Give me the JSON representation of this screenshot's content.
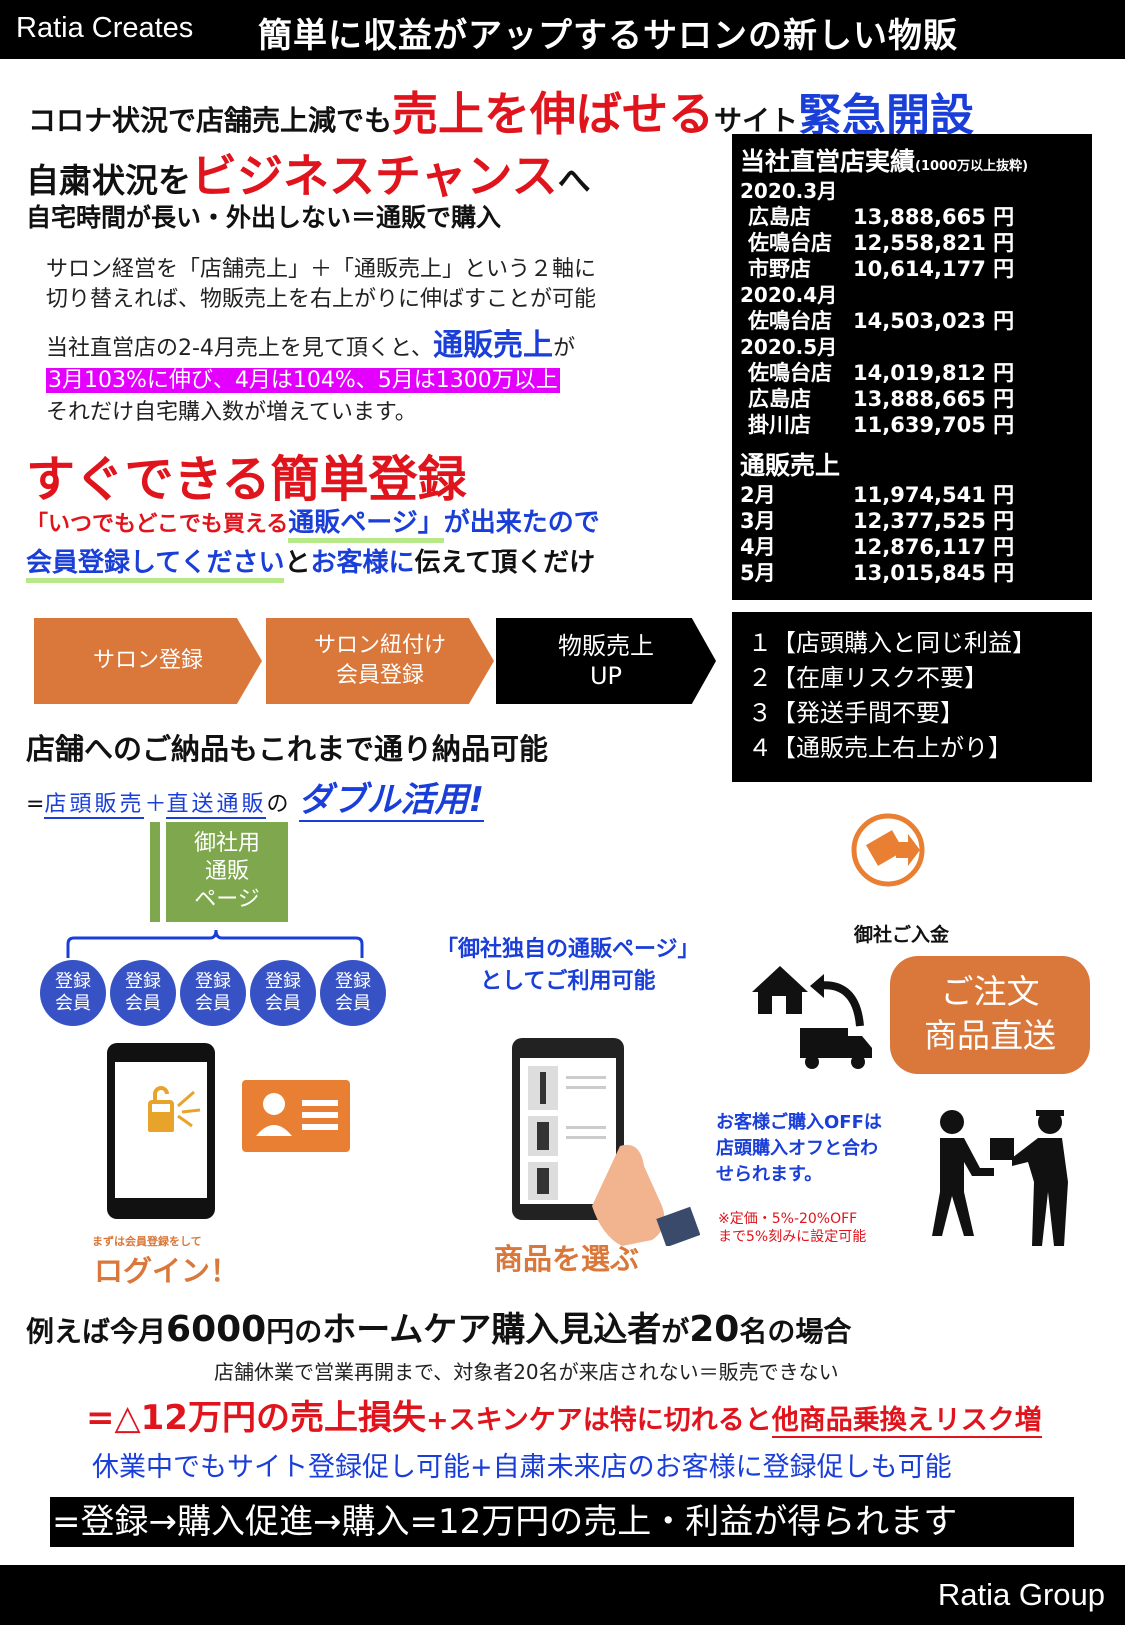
{
  "header": {
    "brand": "Ratia Creates",
    "title": "簡単に収益がアップするサロンの新しい物販"
  },
  "headline": {
    "pre": "コロナ状況で店舗売上減でも",
    "red": "売上を伸ばせる",
    "mid": "サイト",
    "blue": "緊急開設"
  },
  "section1": {
    "pre": "自粛状況を",
    "red": "ビジネスチャンス",
    "post": "へ",
    "sub": "自宅時間が長い・外出しない＝通販で購入",
    "para1_line1": "サロン経営を「店舗売上」＋「通販売上」という２軸に",
    "para1_line2": "切り替えれば、物販売上を右上がりに伸ばすことが可能",
    "para2_pre": "当社直営店の2-4月売上を見て頂くと、",
    "para2_link": "通販売上",
    "para2_post": "が",
    "para2_highlight": "3月103%に伸び、4月は104%、5月は1300万以上",
    "para2_line3": "それだけ自宅購入数が増えています。"
  },
  "section2": {
    "title": "すぐできる簡単登録",
    "line1_a": "「いつでもどこでも買える",
    "line1_b": "通販ページ」",
    "line1_c": "が出来たので",
    "line2_a": "会員登録してください",
    "line2_b": "と",
    "line2_c": "お客様に",
    "line2_d": "伝えて頂くだけ"
  },
  "results": {
    "title": "当社直営店実績",
    "title_note": "(1000万以上抜粋)",
    "months": [
      {
        "month": "2020.3月",
        "rows": [
          {
            "store": "広島店",
            "amount": "13,888,665 円"
          },
          {
            "store": "佐鳴台店",
            "amount": "12,558,821 円"
          },
          {
            "store": "市野店",
            "amount": "10,614,177 円"
          }
        ]
      },
      {
        "month": "2020.4月",
        "rows": [
          {
            "store": "佐鳴台店",
            "amount": "14,503,023 円"
          }
        ]
      },
      {
        "month": "2020.5月",
        "rows": [
          {
            "store": "佐鳴台店",
            "amount": "14,019,812 円"
          },
          {
            "store": "広島店",
            "amount": "13,888,665 円"
          },
          {
            "store": "掛川店",
            "amount": "11,639,705 円"
          }
        ]
      }
    ],
    "online_title": "通販売上",
    "online": [
      {
        "month": "2月",
        "amount": "11,974,541 円"
      },
      {
        "month": "3月",
        "amount": "12,377,525 円"
      },
      {
        "month": "4月",
        "amount": "12,876,117 円"
      },
      {
        "month": "5月",
        "amount": "13,015,845 円"
      }
    ]
  },
  "flow": {
    "step1": "サロン登録",
    "step2_l1": "サロン紐付け",
    "step2_l2": "会員登録",
    "step3_l1": "物販売上",
    "step3_l2": "UP"
  },
  "benefits": [
    "１【店頭購入と同じ利益】",
    "２【在庫リスク不要】",
    "３【発送手間不要】",
    "４【通販売上右上がり】"
  ],
  "section3": {
    "title": "店舗へのご納品もこれまで通り納品可能",
    "eq": "=",
    "u1": "店頭販売",
    "plus": "＋",
    "u2": "直送通販",
    "no": "の",
    "double": "ダブル活用!"
  },
  "diagram": {
    "page_l1": "御社用",
    "page_l2": "通販",
    "page_l3": "ページ",
    "member_l1": "登録",
    "member_l2": "会員",
    "callout_l1": "「御社独自の通販ページ」",
    "callout_l2": "としてご利用可能",
    "payment": "御社ご入金",
    "order_l1": "ご注文",
    "order_l2": "商品直送",
    "off_l1": "お客様ご購入OFFは",
    "off_l2": "店頭購入オフと合わ",
    "off_l3": "せられます。",
    "note_l1": "※定価・5%-20%OFF",
    "note_l2": "まで5%刻みに設定可能",
    "login_small": "まずは会員登録をして",
    "login": "ログイン！",
    "choose": "商品を選ぶ"
  },
  "section4": {
    "a": "例えば今月",
    "n1": "6000",
    "b": "円の",
    "c": "ホームケア購入見込者",
    "d": "が",
    "n2": "20",
    "e": "名の場合",
    "line2": "店舗休業で営業再開まで、対象者20名が来店されない＝販売できない",
    "line3_a": "=△12万円の売上損失",
    "line3_b": "+スキンケアは特に切れると",
    "line3_c": "他商品乗換えリスク増",
    "line4": "休業中でもサイト登録促し可能+自粛未来店のお客様に登録促しも可能",
    "line5": "=登録→購入促進→購入=12万円の売上・利益が得られます"
  },
  "footer": {
    "brand": "Ratia Group"
  }
}
